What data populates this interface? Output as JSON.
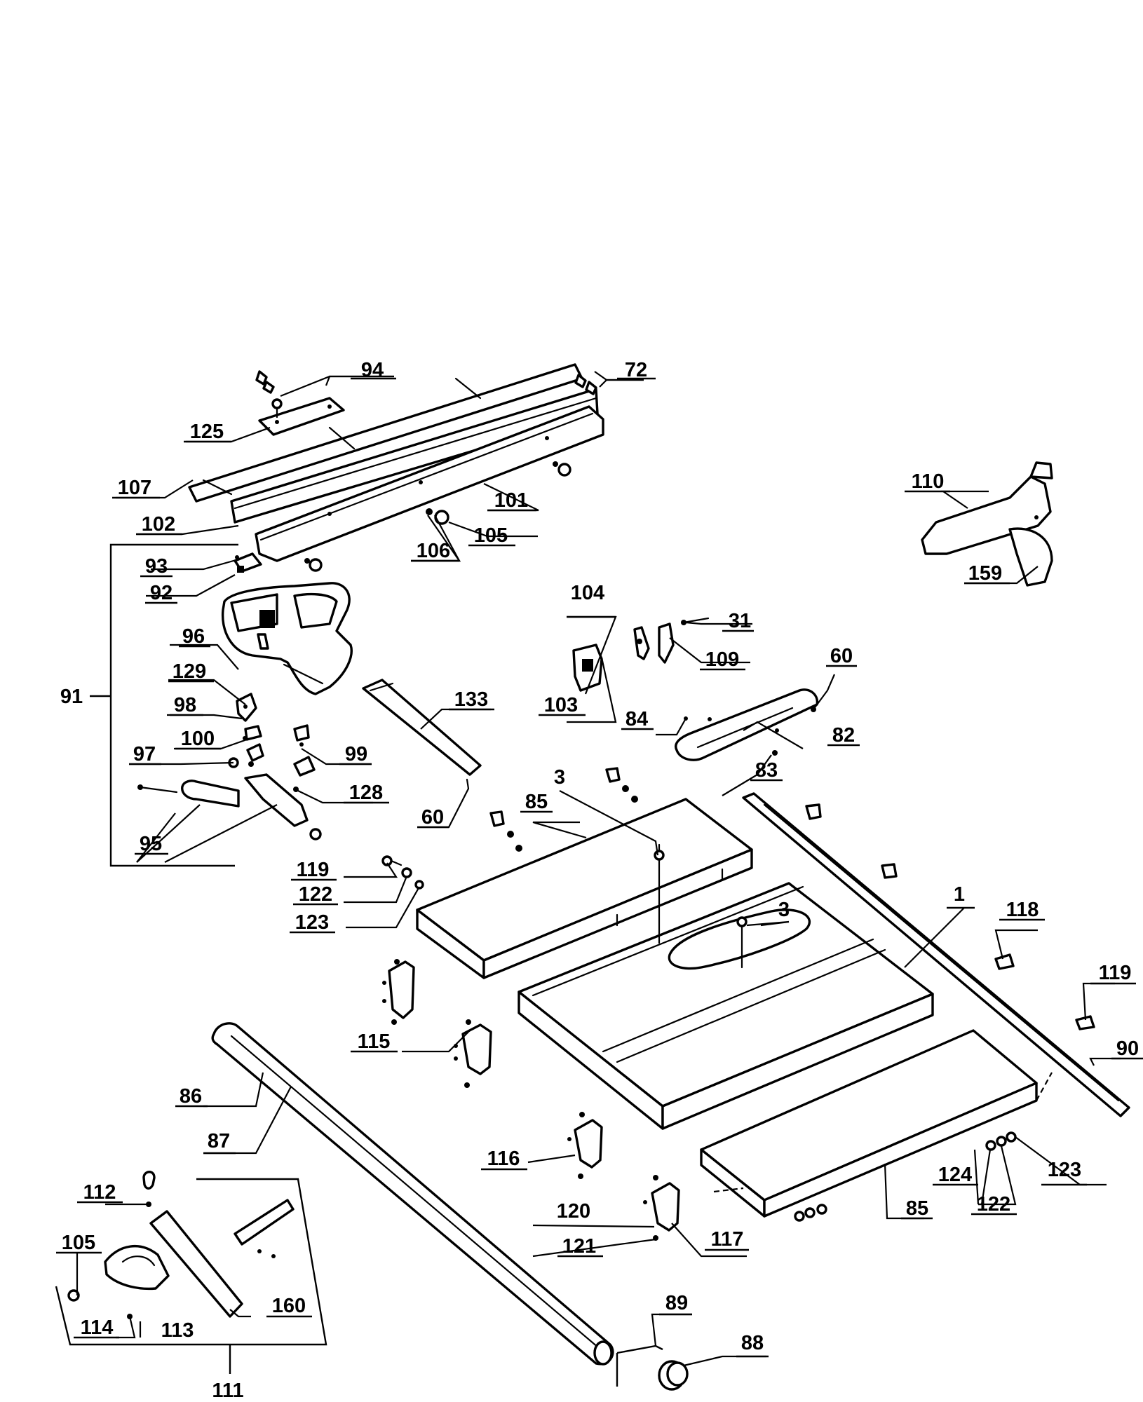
{
  "labels": {
    "l94": "94",
    "l72": "72",
    "l125": "125",
    "l107": "107",
    "l102": "102",
    "l101": "101",
    "l106": "106",
    "l105a": "105",
    "l110": "110",
    "l159": "159",
    "l93": "93",
    "l92": "92",
    "l91": "91",
    "l96": "96",
    "l129": "129",
    "l98": "98",
    "l100": "100",
    "l97": "97",
    "l95": "95",
    "l99": "99",
    "l128": "128",
    "l133": "133",
    "l60a": "60",
    "l104": "104",
    "l31": "31",
    "l109": "109",
    "l103": "103",
    "l60b": "60",
    "l84": "84",
    "l82": "82",
    "l83": "83",
    "l3a": "3",
    "l85a": "85",
    "l119a": "119",
    "l122a": "122",
    "l123a": "123",
    "l3b": "3",
    "l1": "1",
    "l118": "118",
    "l119b": "119",
    "l90": "90",
    "l115": "115",
    "l86": "86",
    "l87": "87",
    "l116": "116",
    "l124": "124",
    "l123b": "123",
    "l122b": "122",
    "l85b": "85",
    "l120": "120",
    "l121": "121",
    "l117": "117",
    "l112": "112",
    "l105b": "105",
    "l160": "160",
    "l114": "114",
    "l113": "113",
    "l89": "89",
    "l88": "88",
    "l111": "111"
  }
}
